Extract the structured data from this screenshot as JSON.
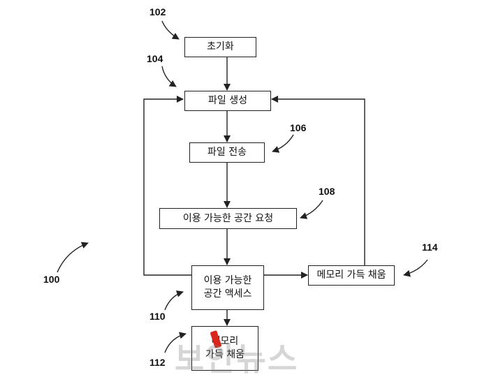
{
  "boxes": {
    "initialize": "초기화",
    "create_file": "파일 생성",
    "transfer_file": "파일 전송",
    "request_space": "이용 가능한 공간 요청",
    "access_space_line1": "이용 가능한",
    "access_space_line2": "공간 액세스",
    "fill_memory": "메모리 가득 채움",
    "memory_line1": "메모리",
    "memory_line2": "가득 채움"
  },
  "refs": {
    "r100": "100",
    "r102": "102",
    "r104": "104",
    "r106": "106",
    "r108": "108",
    "r110": "110",
    "r112": "112",
    "r114": "114"
  },
  "watermark": "보안뉴스",
  "colors": {
    "line": "#222222",
    "watermark": "#787878",
    "mark": "#d9261c"
  }
}
